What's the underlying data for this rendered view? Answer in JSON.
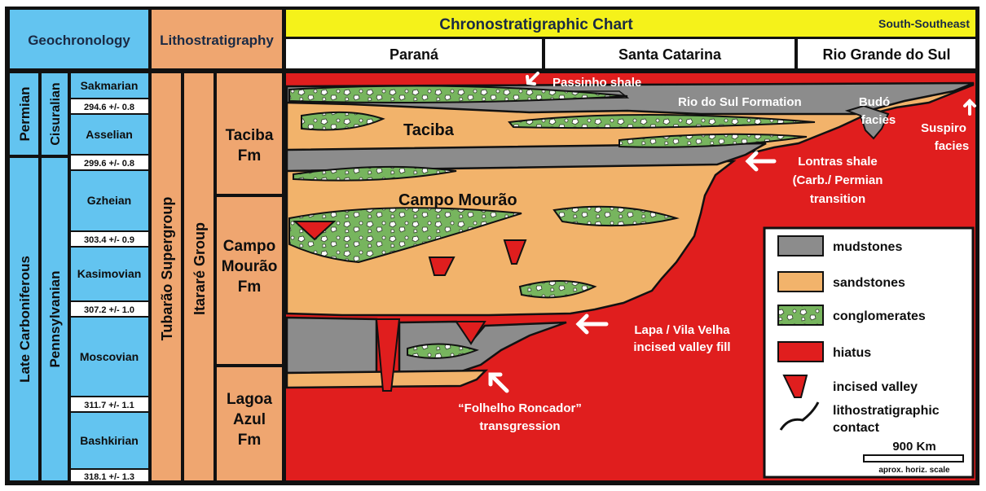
{
  "geochronology": {
    "header": "Geochronology",
    "periods": [
      "Permian",
      "Late Carboniferous"
    ],
    "epochs": [
      "Cisuralian",
      "Pennsylvanian"
    ],
    "stages": [
      "Sakmarian",
      "Asselian",
      "Gzheian",
      "Kasimovian",
      "Moscovian",
      "Bashkirian"
    ],
    "ages": [
      "294.6 +/- 0.8",
      "299.6 +/- 0.8",
      "303.4 +/- 0.9",
      "307.2 +/- 1.0",
      "311.7 +/- 1.1",
      "318.1 +/- 1.3"
    ]
  },
  "lithostratigraphy": {
    "header": "Lithostratigraphy",
    "supergroup": "Tubarão Supergroup",
    "group": "Itararé Group",
    "formations": [
      [
        "Taciba",
        "Fm"
      ],
      [
        "Campo",
        "Mourão",
        "Fm"
      ],
      [
        "Lagoa",
        "Azul",
        "Fm"
      ]
    ]
  },
  "chart": {
    "title": "Chronostratigraphic Chart",
    "subtitle": "South-Southeast",
    "regions": [
      "Paraná",
      "Santa Catarina",
      "Rio Grande do Sul"
    ],
    "labels": {
      "passinho": "Passinho shale",
      "rio_do_sul": "Rio do Sul Formation",
      "budo": [
        "Budó",
        "facies"
      ],
      "suspiro": [
        "Suspiro",
        "facies"
      ],
      "taciba": "Taciba",
      "lontras": [
        "Lontras shale",
        "(Carb./ Permian",
        "transition"
      ],
      "campo_mourao": "Campo Mourão",
      "lapa": [
        "Lapa / Vila Velha",
        "incised valley fill"
      ],
      "roncador": [
        "“Folhelho Roncador”",
        "transgression"
      ]
    }
  },
  "legend": {
    "items": [
      "mudstones",
      "sandstones",
      "conglomerates",
      "hiatus",
      "incised valley",
      "lithostratigraphic",
      "contact"
    ],
    "scale_label": "900 Km",
    "scale_caption": "aprox. horiz. scale"
  },
  "colors": {
    "mudstone": "#8c8c8c",
    "sandstone": "#f2b36b",
    "conglomerate": "#77b55e",
    "hiatus": "#e01e1e",
    "geochron_panel": "#63c4f0",
    "litho_panel": "#efa670",
    "title_bar": "#f5f21a"
  }
}
